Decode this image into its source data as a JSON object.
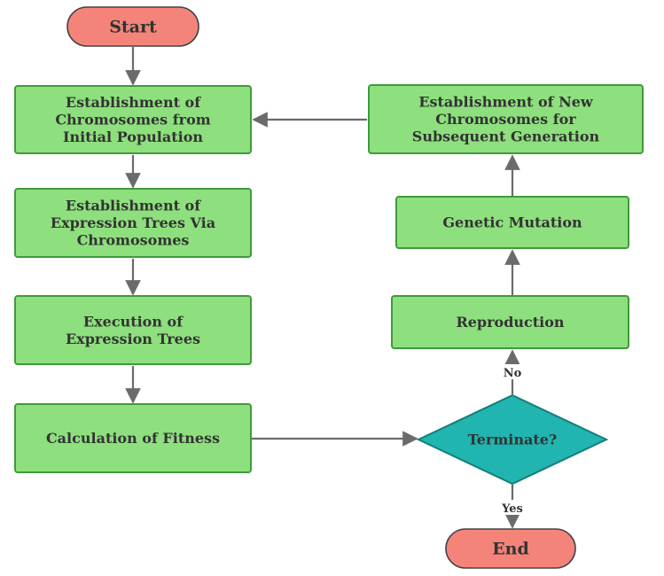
{
  "diagram": {
    "type": "flowchart",
    "colors": {
      "terminal_fill": "#f4847a",
      "terminal_stroke": "#444444",
      "process_fill": "#8ee07e",
      "process_stroke": "#3f9a3b",
      "decision_fill": "#20b5b0",
      "decision_stroke": "#147e7a",
      "arrow": "#6b6b6b"
    },
    "nodes": {
      "start": {
        "kind": "terminal",
        "lines": [
          "Start"
        ]
      },
      "establish_chromosomes": {
        "kind": "process",
        "lines": [
          "Establishment of",
          "Chromosomes from",
          "Initial Population"
        ]
      },
      "expression_trees": {
        "kind": "process",
        "lines": [
          "Establishment of",
          "Expression Trees Via",
          "Chromosomes"
        ]
      },
      "execution": {
        "kind": "process",
        "lines": [
          "Execution of",
          "Expression Trees"
        ]
      },
      "fitness": {
        "kind": "process",
        "lines": [
          "Calculation of Fitness"
        ]
      },
      "terminate": {
        "kind": "decision",
        "lines": [
          "Terminate?"
        ]
      },
      "end": {
        "kind": "terminal",
        "lines": [
          "End"
        ]
      },
      "reproduction": {
        "kind": "process",
        "lines": [
          "Reproduction"
        ]
      },
      "mutation": {
        "kind": "process",
        "lines": [
          "Genetic Mutation"
        ]
      },
      "new_chromosomes": {
        "kind": "process",
        "lines": [
          "Establishment of New",
          "Chromosomes for",
          "Subsequent Generation"
        ]
      }
    },
    "edges": [
      {
        "from": "start",
        "to": "establish_chromosomes",
        "label": ""
      },
      {
        "from": "establish_chromosomes",
        "to": "expression_trees",
        "label": ""
      },
      {
        "from": "expression_trees",
        "to": "execution",
        "label": ""
      },
      {
        "from": "execution",
        "to": "fitness",
        "label": ""
      },
      {
        "from": "fitness",
        "to": "terminate",
        "label": ""
      },
      {
        "from": "terminate",
        "to": "end",
        "label": "Yes"
      },
      {
        "from": "terminate",
        "to": "reproduction",
        "label": "No"
      },
      {
        "from": "reproduction",
        "to": "mutation",
        "label": ""
      },
      {
        "from": "mutation",
        "to": "new_chromosomes",
        "label": ""
      },
      {
        "from": "new_chromosomes",
        "to": "establish_chromosomes",
        "label": ""
      }
    ]
  }
}
